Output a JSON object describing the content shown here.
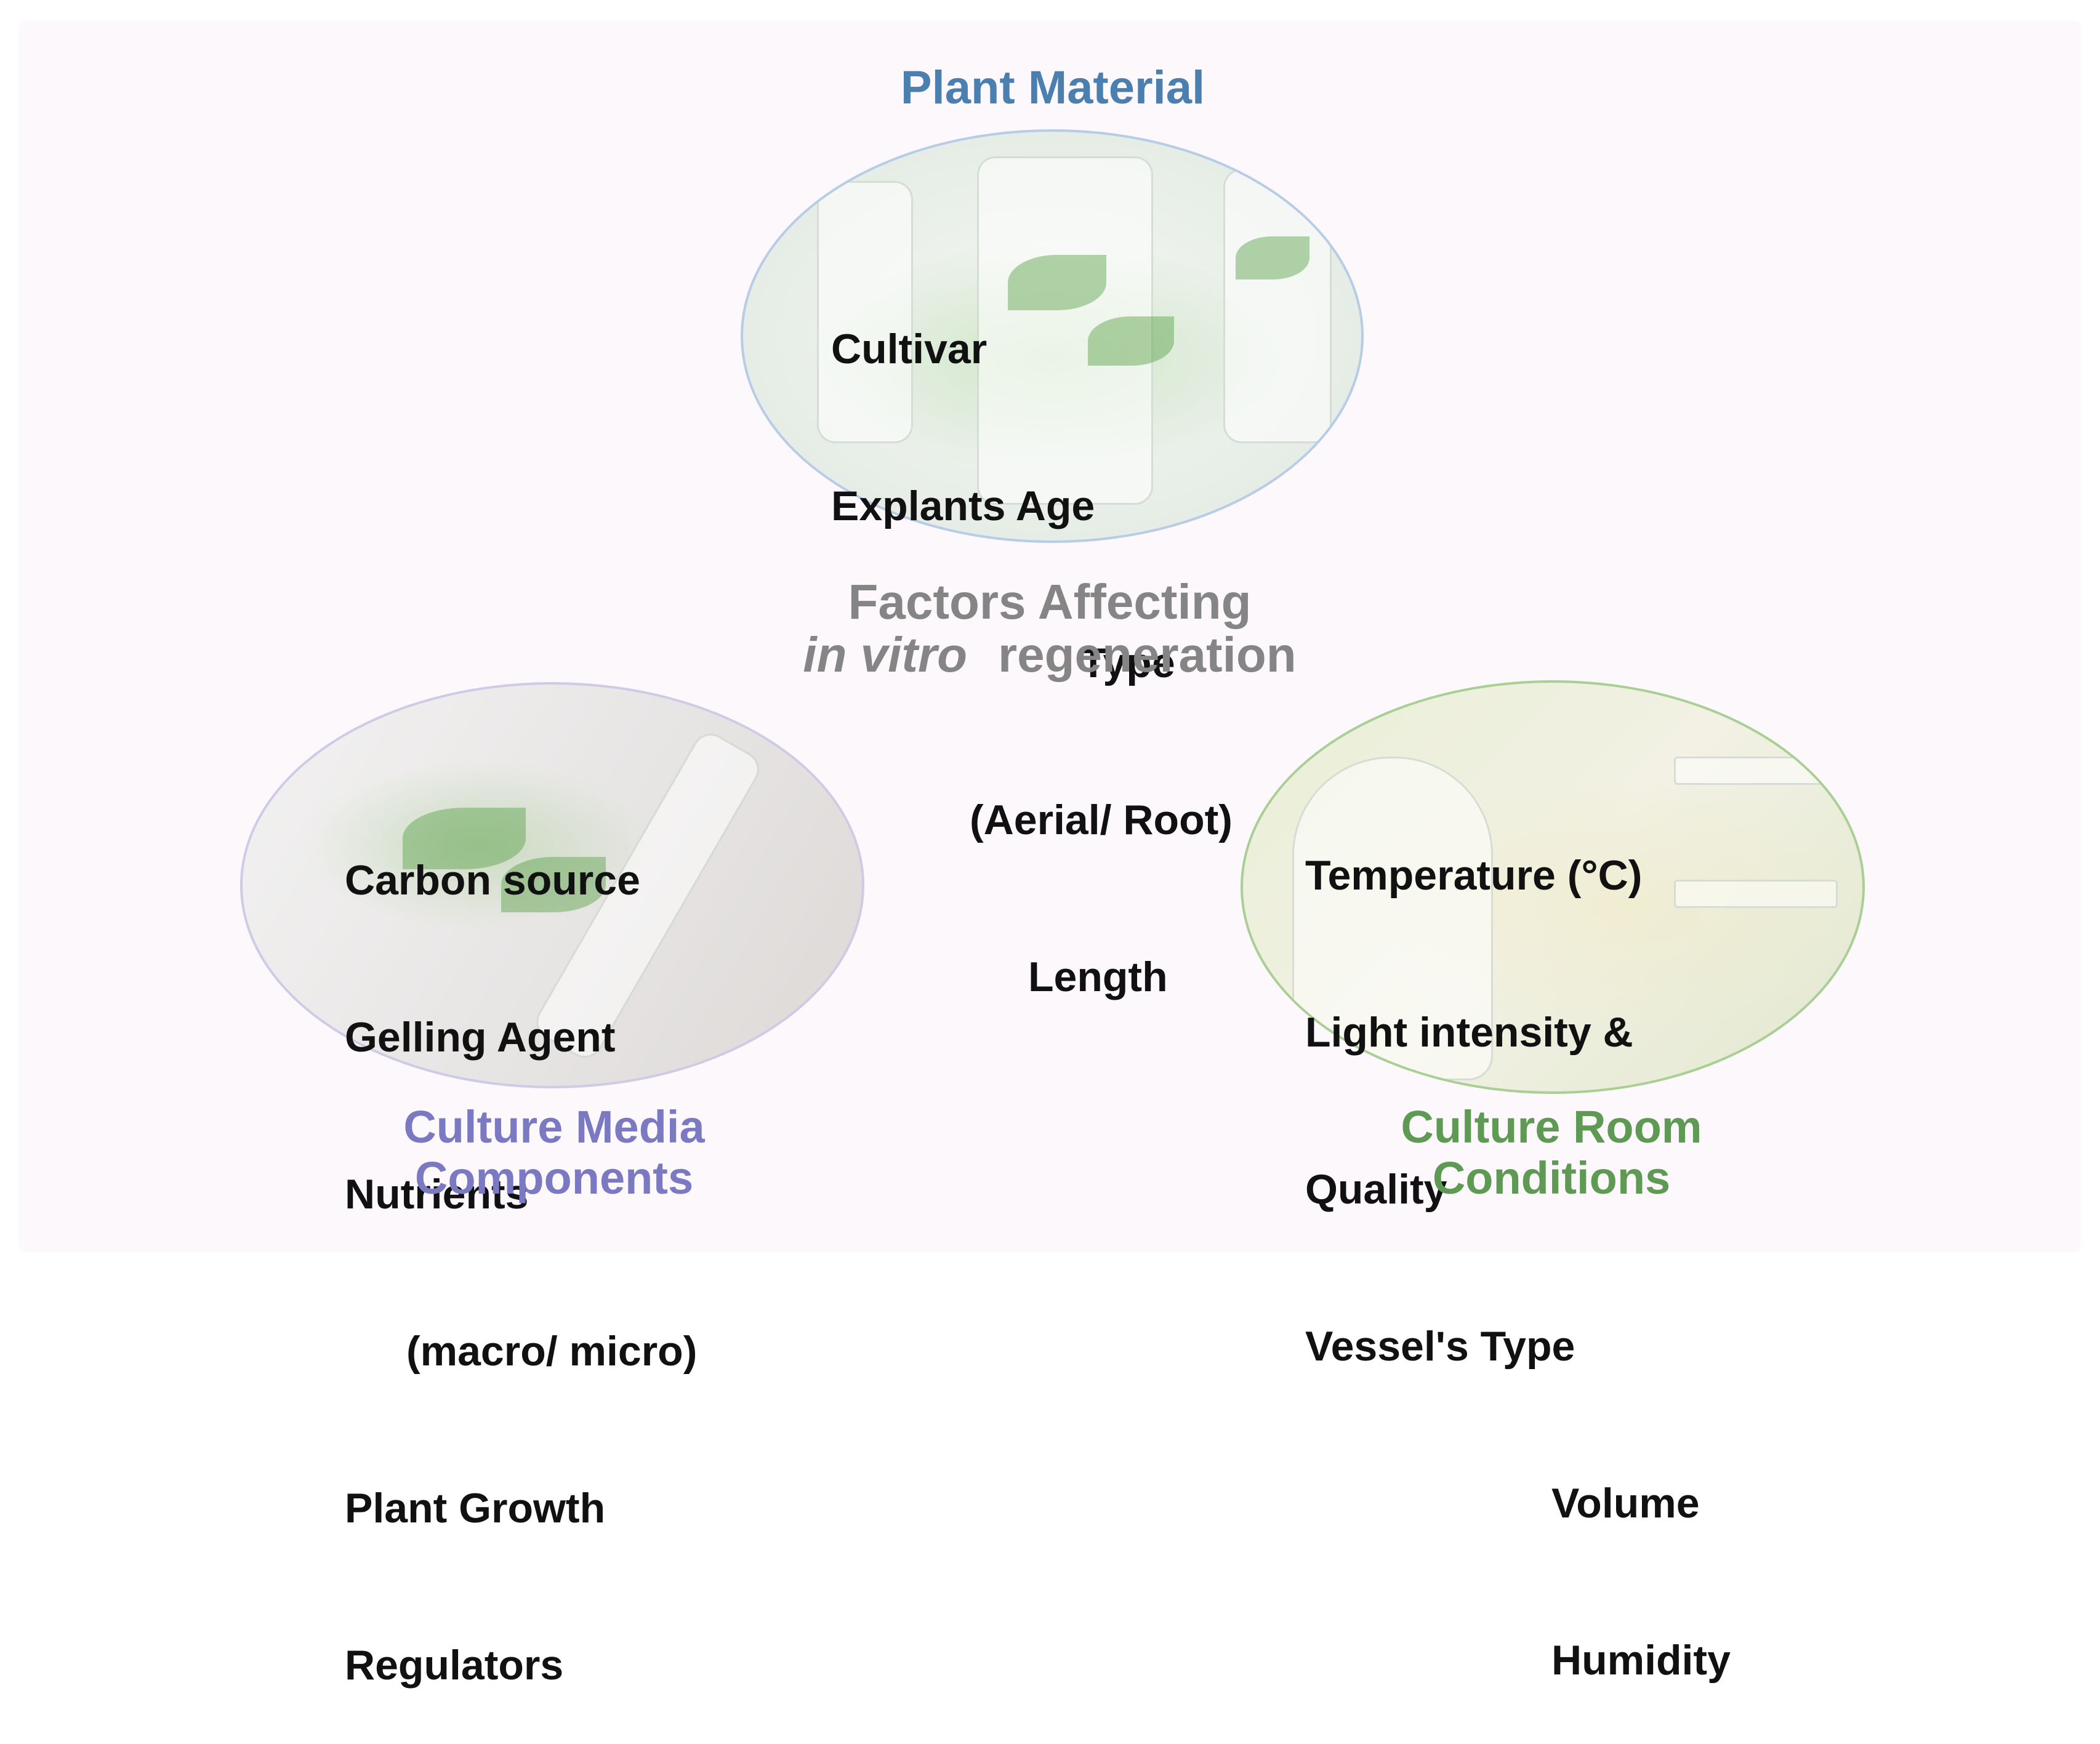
{
  "center_title": {
    "line1": "Factors Affecting",
    "italic": "in vitro",
    "rest": "regeneration"
  },
  "plant_material": {
    "title": "Plant Material",
    "items": [
      "Cultivar",
      "Explants Age",
      "Type",
      "(Aerial/ Root)",
      "Length"
    ]
  },
  "culture_media": {
    "title_line1": "Culture Media",
    "title_line2": "Components",
    "items": [
      "Carbon source",
      "Gelling Agent",
      "Nutrients",
      "(macro/ micro)",
      "Plant Growth",
      "Regulators"
    ]
  },
  "culture_room": {
    "title_line1": "Culture Room",
    "title_line2": "Conditions",
    "items": [
      "Temperature (°C)",
      "Light intensity &",
      "Quality",
      "Vessel's Type",
      "Volume",
      "Humidity"
    ]
  },
  "colors": {
    "plant": "#4a7fb0",
    "media": "#7a79c2",
    "room": "#5f9a54",
    "center": "#858585"
  }
}
